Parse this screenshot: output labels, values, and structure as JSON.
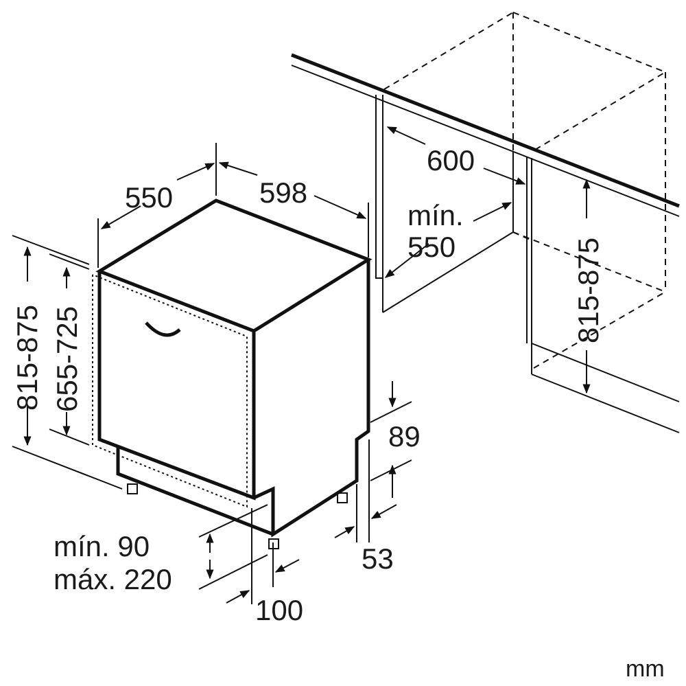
{
  "unit": "mm",
  "dimensions": {
    "depth": "550",
    "width": "598",
    "niche_depth": "600",
    "niche_width_min_label": "mín.",
    "niche_width_min_value": "550",
    "niche_height": "815-875",
    "total_height": "815-875",
    "door_height": "655-725",
    "plinth_recess": "89",
    "foot_offset": "53",
    "plinth_min": "mín. 90",
    "plinth_max": "máx. 220",
    "front_offset": "100"
  }
}
